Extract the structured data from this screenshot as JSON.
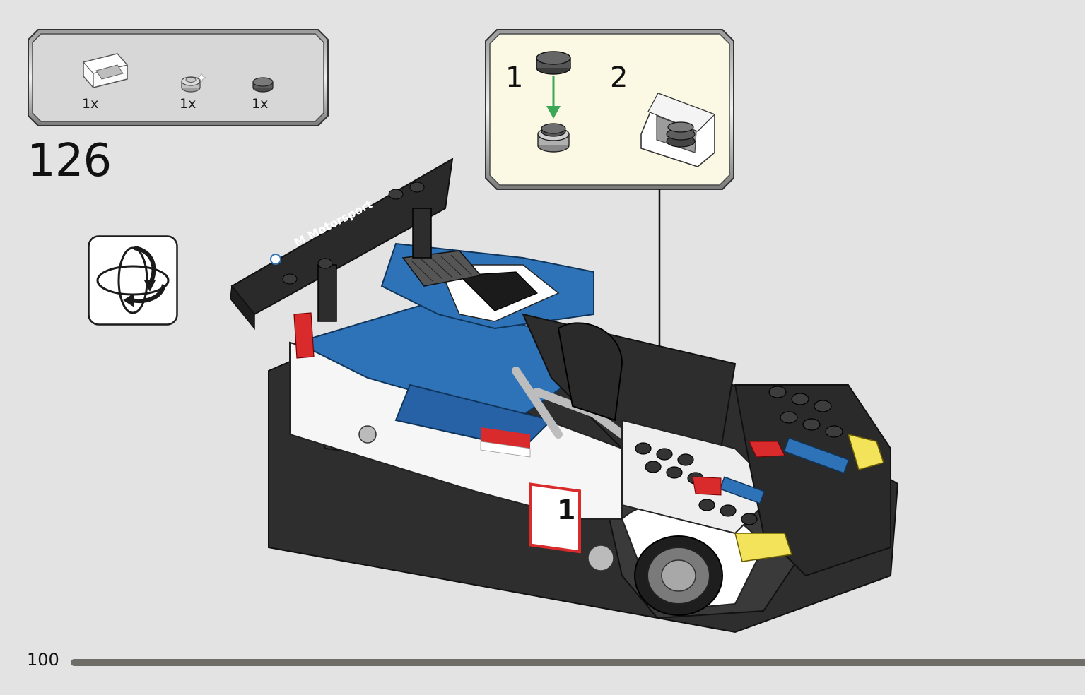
{
  "step": {
    "number": "126"
  },
  "parts_list": {
    "items": [
      {
        "name": "white-slope-bracket",
        "quantity": "1x"
      },
      {
        "name": "light-gray-round-plate",
        "quantity": "1x"
      },
      {
        "name": "dark-gray-round-tile",
        "quantity": "1x"
      }
    ]
  },
  "sub_assembly": {
    "steps": [
      {
        "number": "1"
      },
      {
        "number": "2"
      }
    ]
  },
  "car": {
    "wing_text": "M Motorsport",
    "door_number": "1"
  },
  "page": {
    "number": "100",
    "progress": 1.0
  },
  "colors": {
    "background": "#e3e3e3",
    "parts_box_fill": "#d7d7d7",
    "sub_box_fill": "#fbf9e4",
    "arrow_green": "#3aa857",
    "progress_bar": "#6e6d67",
    "car_blue": "#2e73b8",
    "car_dark": "#2b2b2b",
    "accent_red": "#d92b2b",
    "headlight_yellow": "#f2e35a"
  }
}
